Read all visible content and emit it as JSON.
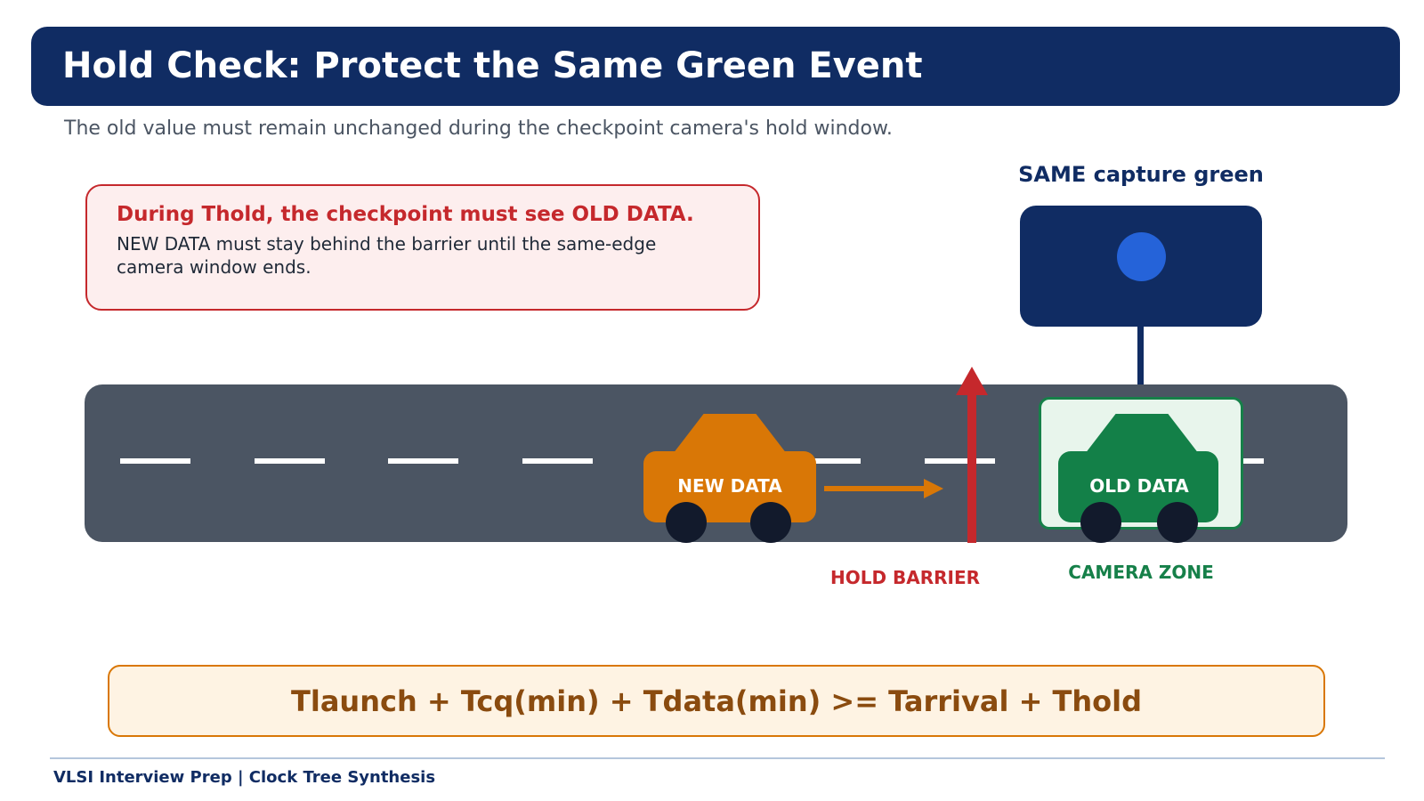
{
  "header": {
    "title": "Hold Check: Protect the Same Green Event",
    "subtitle": "The old value must remain unchanged during the checkpoint camera's hold window."
  },
  "warning": {
    "heading": "During Thold, the checkpoint must see OLD DATA.",
    "text": "NEW DATA must stay behind the barrier until the same-edge camera window ends."
  },
  "camera": {
    "title": "SAME capture green"
  },
  "road": {
    "new_car_label": "NEW DATA",
    "old_car_label": "OLD DATA",
    "barrier_label": "HOLD BARRIER",
    "zone_label": "CAMERA ZONE"
  },
  "equation": "Tlaunch + Tcq(min) + Tdata(min) >= Tarrival + Thold",
  "footer": "VLSI Interview Prep | Clock Tree Synthesis",
  "colors": {
    "navy": "#102c63",
    "red": "#c5282c",
    "orange": "#d97706",
    "green": "#138048",
    "road_gray": "#4b5563",
    "lens_blue": "#2563d9"
  },
  "icons": {
    "camera": "camera-icon",
    "barrier": "barrier-arrow-icon",
    "motion": "motion-arrow-icon"
  }
}
